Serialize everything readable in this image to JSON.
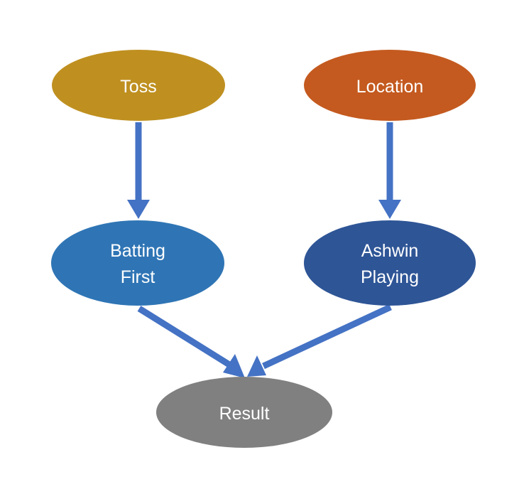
{
  "diagram": {
    "nodes": {
      "toss": {
        "label": "Toss",
        "color": "#BF9020"
      },
      "location": {
        "label": "Location",
        "color": "#C45A1F"
      },
      "batting_first": {
        "line1": "Batting",
        "line2": "First",
        "color": "#2F75B5"
      },
      "ashwin_playing": {
        "line1": "Ashwin",
        "line2": "Playing",
        "color": "#2E5596"
      },
      "result": {
        "label": "Result",
        "color": "#808080"
      }
    },
    "edges": [
      {
        "from": "Toss",
        "to": "Batting First"
      },
      {
        "from": "Location",
        "to": "Ashwin Playing"
      },
      {
        "from": "Batting First",
        "to": "Result"
      },
      {
        "from": "Ashwin Playing",
        "to": "Result"
      }
    ],
    "arrow_color": "#4472C4"
  }
}
